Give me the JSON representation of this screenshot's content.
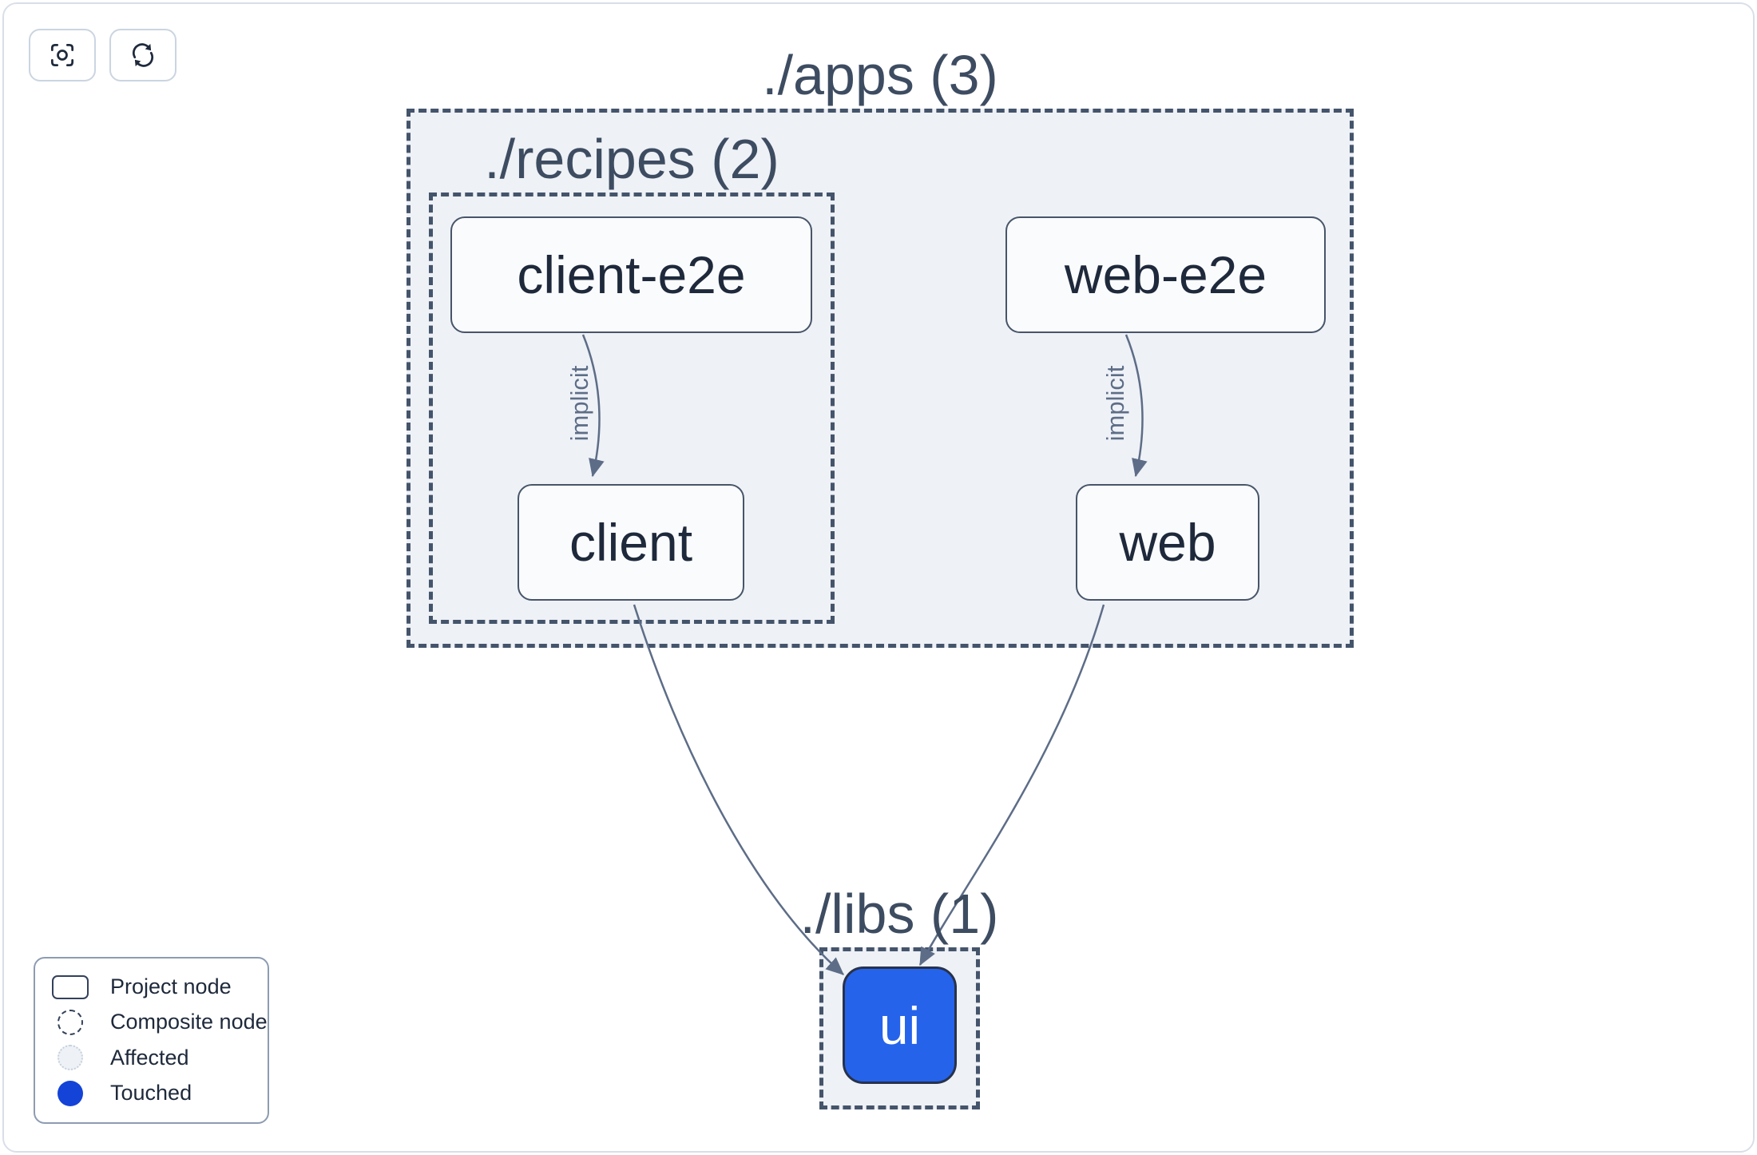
{
  "toolbar": {
    "buttons": [
      {
        "name": "focus",
        "icon": "crosshair-focus-icon"
      },
      {
        "name": "refresh",
        "icon": "refresh-sync-icon"
      }
    ]
  },
  "graph": {
    "containers": [
      {
        "id": "apps",
        "label": "./apps (3)"
      },
      {
        "id": "recipes",
        "label": "./recipes (2)"
      },
      {
        "id": "libs",
        "label": "./libs (1)"
      }
    ],
    "nodes": [
      {
        "id": "client-e2e",
        "label": "client-e2e",
        "type": "project",
        "state": "normal"
      },
      {
        "id": "web-e2e",
        "label": "web-e2e",
        "type": "project",
        "state": "normal"
      },
      {
        "id": "client",
        "label": "client",
        "type": "project",
        "state": "normal"
      },
      {
        "id": "web",
        "label": "web",
        "type": "project",
        "state": "normal"
      },
      {
        "id": "ui",
        "label": "ui",
        "type": "project",
        "state": "touched"
      }
    ],
    "edges": [
      {
        "from": "client-e2e",
        "to": "client",
        "label": "implicit"
      },
      {
        "from": "web-e2e",
        "to": "web",
        "label": "implicit"
      },
      {
        "from": "client",
        "to": "ui",
        "label": ""
      },
      {
        "from": "web",
        "to": "ui",
        "label": ""
      }
    ]
  },
  "legend": {
    "items": [
      {
        "label": "Project node",
        "swatch": "project-rect"
      },
      {
        "label": "Composite node",
        "swatch": "dashed-circle"
      },
      {
        "label": "Affected",
        "swatch": "affected-circle"
      },
      {
        "label": "Touched",
        "swatch": "touched-circle"
      }
    ]
  },
  "colors": {
    "container_fill": "#eef1f6",
    "dashed_border": "#44546b",
    "node_border": "#475569",
    "node_fill": "#fafbfd",
    "node_text": "#1e293b",
    "container_label": "#3d4c61",
    "edge": "#5d6d87",
    "ui_node_fill": "#2563eb",
    "touched_legend": "#1443d8",
    "button_border": "#cbd5e1",
    "icon": "#1f2a3c"
  }
}
